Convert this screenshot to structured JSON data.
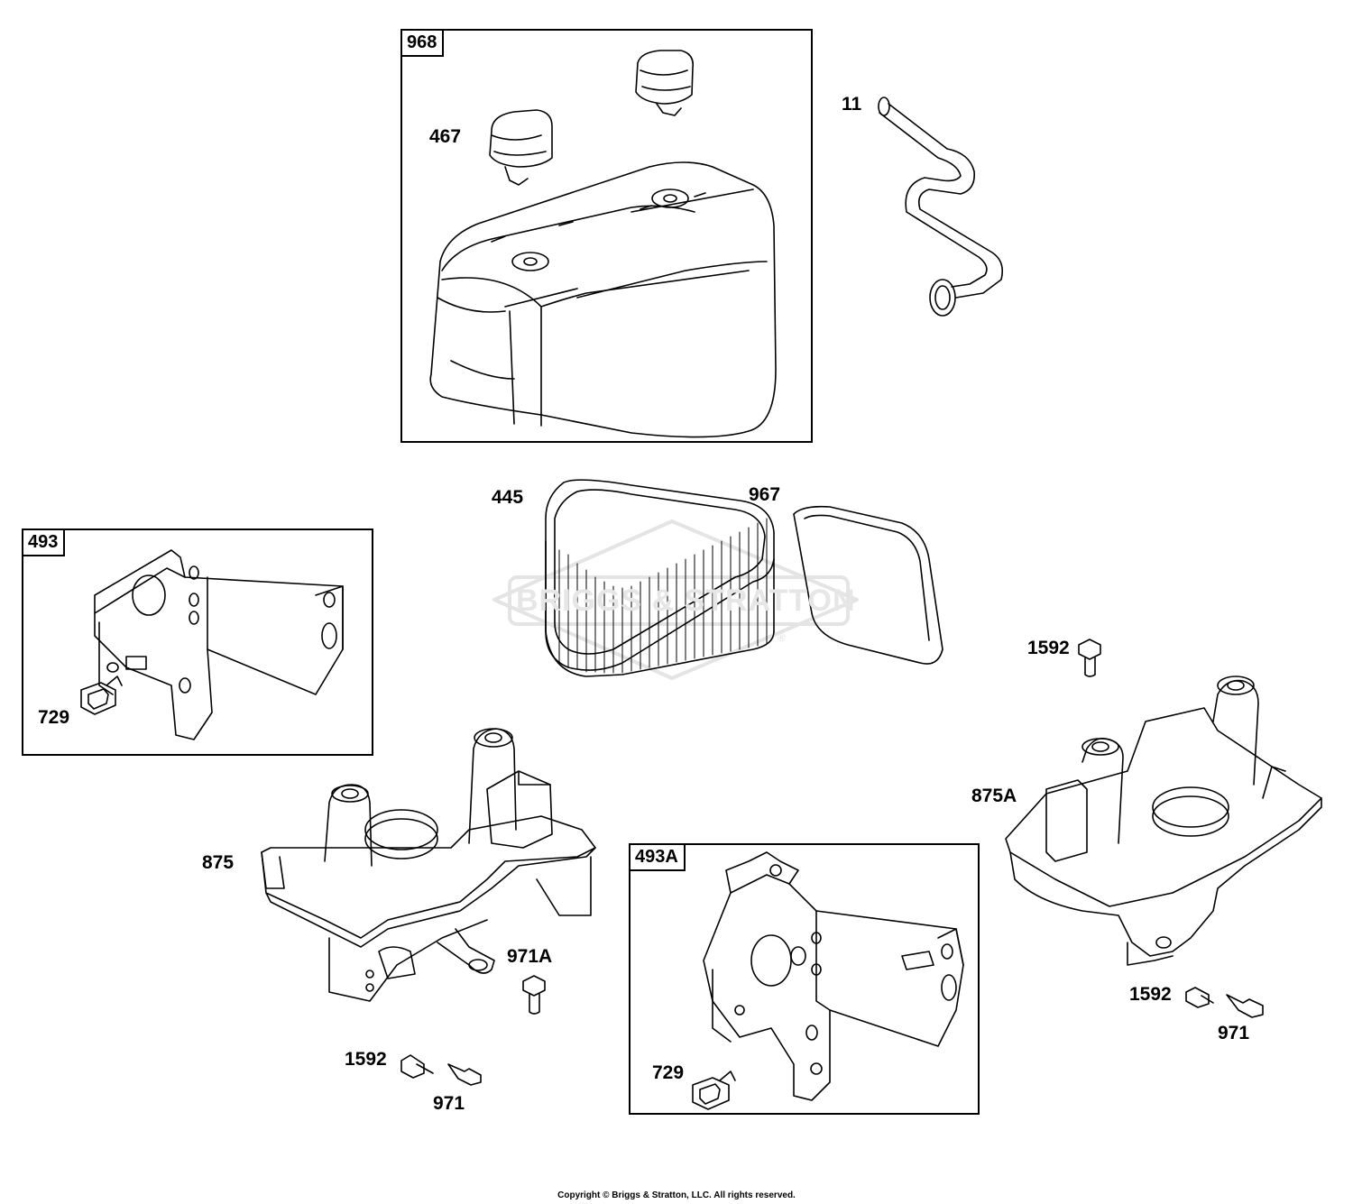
{
  "watermark": {
    "text": "BRIGGS & STRATTON",
    "symbol": "®"
  },
  "groups": {
    "g968": "968",
    "g493": "493",
    "g493A": "493A"
  },
  "parts": {
    "p467": "467",
    "p11": "11",
    "p445": "445",
    "p967": "967",
    "p729a": "729",
    "p1592a": "1592",
    "p875A": "875A",
    "p875": "875",
    "p971A": "971A",
    "p1592b": "1592",
    "p971b": "971",
    "p1592c": "1592",
    "p971c": "971",
    "p729b": "729"
  },
  "footer": {
    "copyright": "Copyright © Briggs & Stratton, LLC. All rights reserved."
  }
}
